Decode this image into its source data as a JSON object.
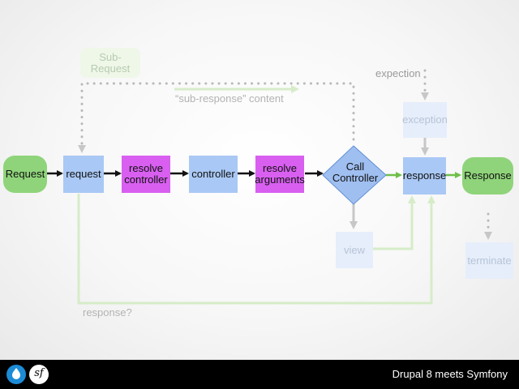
{
  "nodes": {
    "request_start": "Request",
    "request": "request",
    "resolve_controller": "resolve controller",
    "controller": "controller",
    "resolve_arguments": "resolve arguments",
    "call_controller": "Call Controller",
    "response": "response",
    "response_end": "Response",
    "exception": "exception",
    "view": "view",
    "terminate": "terminate",
    "sub_request": "Sub-Request"
  },
  "labels": {
    "sub_response_content": "“sub-response” content",
    "expection": "expection",
    "response_question": "response?"
  },
  "footer": {
    "title": "Drupal 8 meets Symfony",
    "symfony_glyph": "sf"
  },
  "colors": {
    "green": "#8fd47a",
    "blue": "#a9c8f5",
    "purple": "#d85ff0",
    "arrow": "#111111",
    "arrow_green": "#6fbf4a"
  },
  "icons": [
    "drupal-logo-icon",
    "symfony-logo-icon"
  ]
}
